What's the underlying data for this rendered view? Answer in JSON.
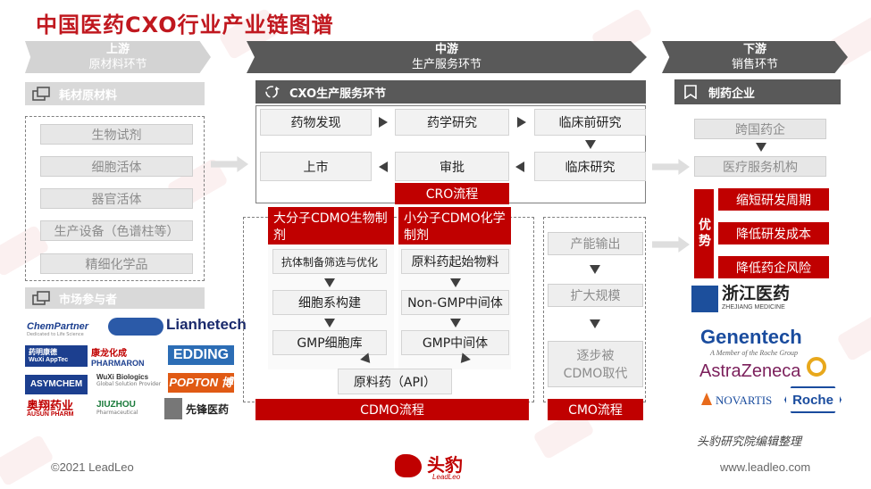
{
  "title": "中国医药CXO行业产业链图谱",
  "stages": {
    "upstream": {
      "name": "上游",
      "sub": "原材料环节"
    },
    "midstream": {
      "name": "中游",
      "sub": "生产服务环节"
    },
    "downstream": {
      "name": "下游",
      "sub": "销售环节"
    }
  },
  "upstream": {
    "materials_header": "耗材原材料",
    "materials": [
      "生物试剂",
      "细胞活体",
      "器官活体",
      "生产设备（色谱柱等）",
      "精细化学品"
    ],
    "participants_header": "市场参与者",
    "logos": [
      "ChemPartner",
      "Lianhetech",
      "WuXi AppTec",
      "PHARMARON",
      "EDDING",
      "ASYMCHEM",
      "WuXi Biologics",
      "POPTON 博腾",
      "奥翔药业",
      "AUSUN PHARM",
      "JIUZHOU",
      "先锋医药"
    ],
    "logo_sub": {
      "chempartner": "Dedicated to Life Science",
      "wuxi_biologics": "Global Solution Provider",
      "jiuzhou": "Pharmaceutical",
      "pharmaron_cn": "康龙化成",
      "wuxi_apptec_cn": "药明康德"
    }
  },
  "midstream": {
    "header": "CXO生产服务环节",
    "cro": {
      "steps": [
        "药物发现",
        "药学研究",
        "临床前研究",
        "临床研究",
        "审批",
        "上市"
      ],
      "label": "CRO流程"
    },
    "cdmo": {
      "large": {
        "title": "大分子CDMO生物制剂",
        "steps": [
          "抗体制备筛选与优化",
          "细胞系构建",
          "GMP细胞库"
        ]
      },
      "small": {
        "title": "小分子CDMO化学制剂",
        "steps": [
          "原料药起始物料",
          "Non-GMP中间体",
          "GMP中间体"
        ]
      },
      "api": "原料药（API）",
      "label": "CDMO流程"
    },
    "cmo": {
      "steps": [
        "产能输出",
        "扩大规模",
        "逐步被CDMO取代"
      ],
      "label": "CMO流程"
    }
  },
  "downstream": {
    "header": "制药企业",
    "chain": [
      "跨国药企",
      "医疗服务机构"
    ],
    "advantage_label": "优势",
    "advantages": [
      "缩短研发周期",
      "降低研发成本",
      "降低药企风险"
    ],
    "logos": [
      "浙江医药",
      "ZHEJIANG MEDICINE",
      "Genentech",
      "A Member of the Roche Group",
      "AstraZeneca",
      "NOVARTIS",
      "Roche"
    ]
  },
  "source": "头豹研究院编辑整理",
  "footer": {
    "copyright": "©2021 LeadLeo",
    "brand": "头豹",
    "brand_en": "LeadLeo",
    "url": "www.leadleo.com"
  },
  "colors": {
    "accent": "#c00000",
    "dark": "#595959",
    "light": "#d9d9d9"
  }
}
